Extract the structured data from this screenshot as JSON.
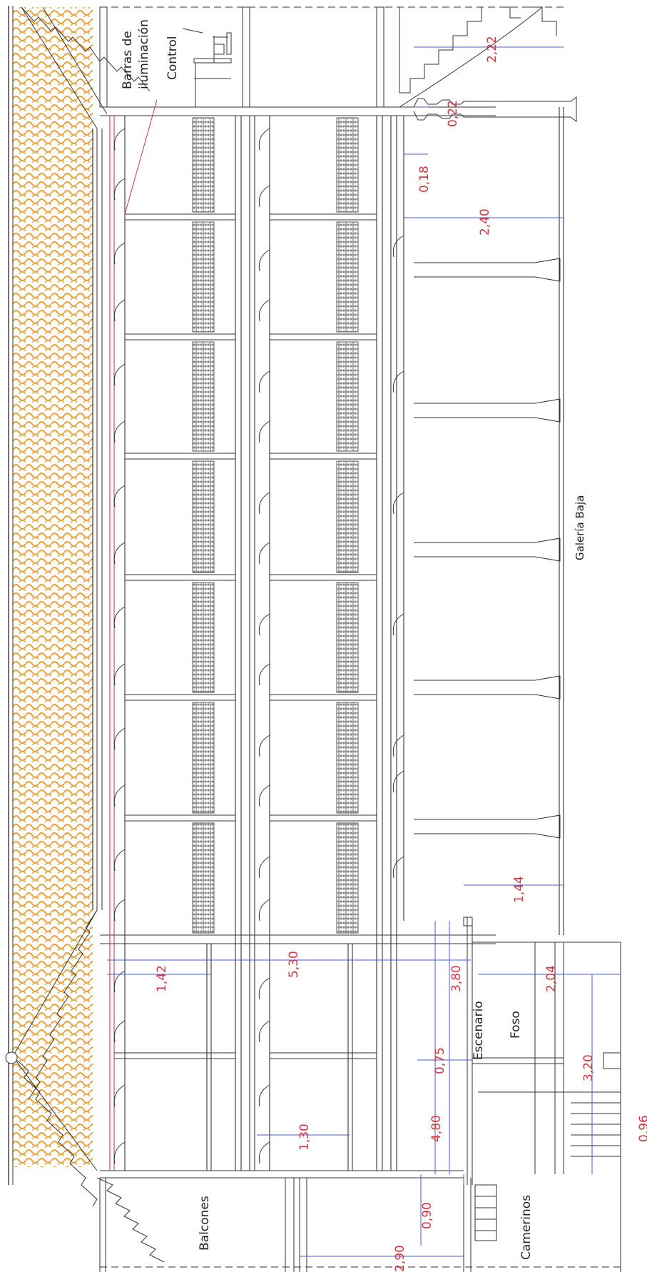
{
  "labels": {
    "lighting_bars_line1": "Barras de",
    "lighting_bars_line2": "iluminación",
    "control": "Control",
    "lower_gallery": "Galería Baja",
    "stage": "Escenario",
    "pit": "Foso",
    "balconies": "Balcones",
    "dressing_rooms": "Camerinos"
  },
  "dimensions": {
    "d_2_22": "2,22",
    "d_0_22": "0,22",
    "d_0_18": "0,18",
    "d_2_40": "2,40",
    "d_1_44": "1,44",
    "d_5_30": "5,30",
    "d_1_42": "1,42",
    "d_3_80": "3,80",
    "d_2_04": "2,04",
    "d_0_75": "0,75",
    "d_3_20": "3,20",
    "d_4_80": "4,80",
    "d_1_30": "1,30",
    "d_0_90": "0,90",
    "d_2_90": "2,90",
    "d_0_96": "0,96"
  },
  "colors": {
    "line": "#333333",
    "dimension_line": "#4a5bd6",
    "dimension_text": "#d8343d",
    "tile": "#e8a646",
    "accent_red": "#d83a3a"
  }
}
